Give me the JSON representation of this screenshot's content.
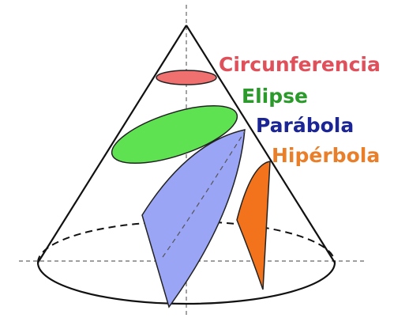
{
  "diagram": {
    "sections": [
      {
        "key": "circle",
        "label": "Circunferencia",
        "color": "#e0505a"
      },
      {
        "key": "ellipse",
        "label": "Elipse",
        "color": "#2a9a2a"
      },
      {
        "key": "parabola",
        "label": "Parábola",
        "color": "#1c2596"
      },
      {
        "key": "hyperbola",
        "label": "Hipérbola",
        "color": "#ea7f2a"
      }
    ],
    "fills": {
      "circle": "#f07070",
      "ellipse": "#5ee252",
      "parabola": "#9aa5f6",
      "hyperbola": "#f2731c"
    }
  }
}
